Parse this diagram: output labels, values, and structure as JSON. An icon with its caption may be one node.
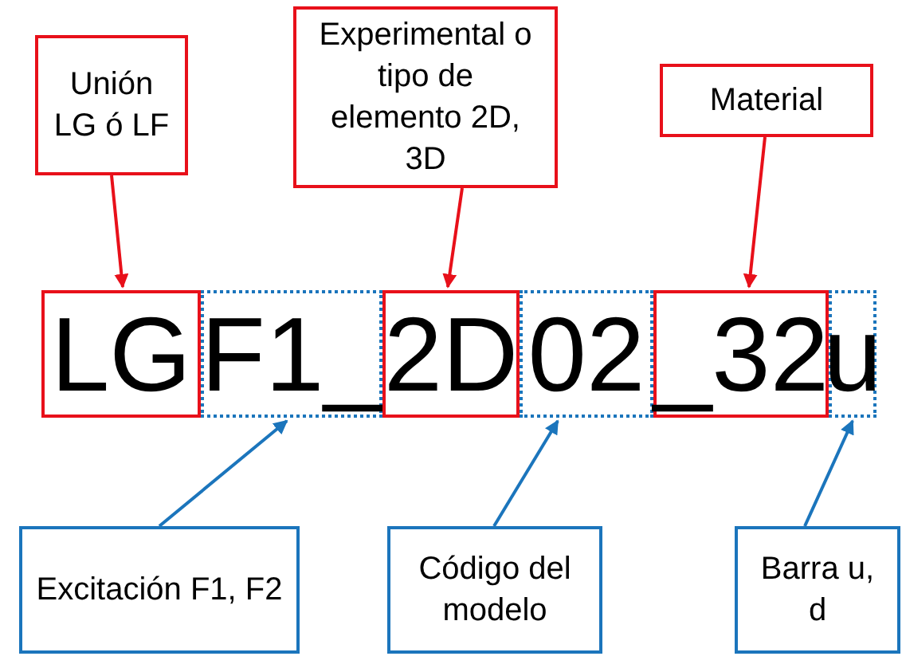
{
  "diagram": {
    "nodes": [
      {
        "text": [
          "Unión LG ó LF"
        ]
      },
      {
        "text": [
          "Experimental o tipo de elemento 2D, 3D"
        ]
      },
      {
        "text": [
          "Material"
        ]
      },
      {
        "text": [
          "LG"
        ]
      },
      {
        "text": [
          "F1_"
        ]
      },
      {
        "text": [
          "2D"
        ]
      },
      {
        "text": [
          "02"
        ]
      },
      {
        "text": [
          "_32"
        ]
      },
      {
        "text": [
          "u"
        ]
      },
      {
        "text": [
          "Excitación F1, F2"
        ]
      },
      {
        "text": [
          "Código del modelo"
        ]
      },
      {
        "text": [
          "Barra u, d"
        ]
      }
    ],
    "edges": [
      {
        "from": 0,
        "to": 3,
        "arrow": "to",
        "color": "#e8101a"
      },
      {
        "from": 1,
        "to": 5,
        "arrow": "to",
        "color": "#e8101a"
      },
      {
        "from": 2,
        "to": 7,
        "arrow": "to",
        "color": "#e8101a"
      },
      {
        "from": 9,
        "to": 4,
        "arrow": "to",
        "color": "#1b75bc"
      },
      {
        "from": 10,
        "to": 6,
        "arrow": "to",
        "color": "#1b75bc"
      },
      {
        "from": 11,
        "to": 8,
        "arrow": "to",
        "color": "#1b75bc"
      }
    ]
  }
}
